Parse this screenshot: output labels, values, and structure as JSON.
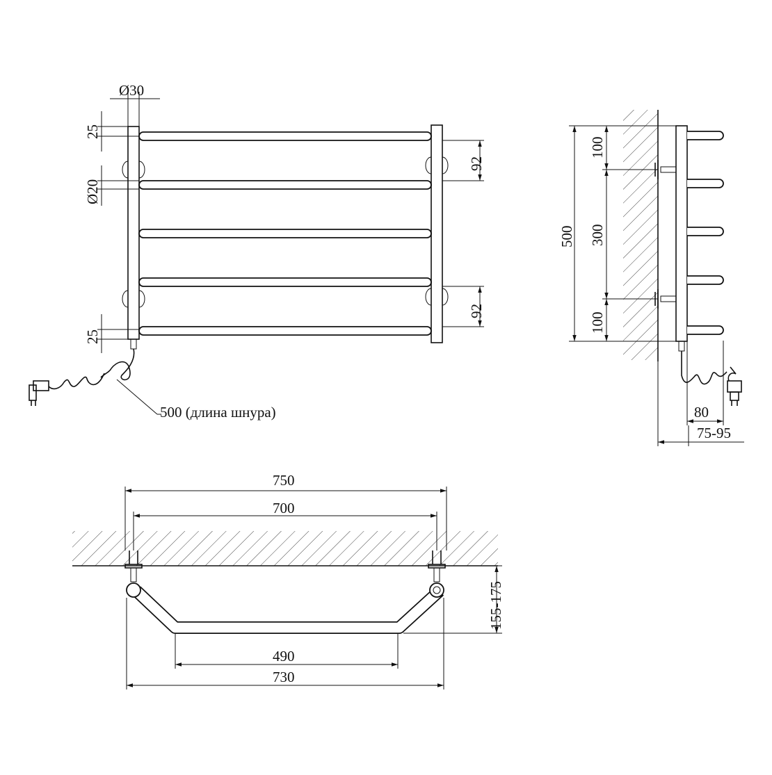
{
  "front_view": {
    "dim_post_diameter": "Ø30",
    "dim_top_gap": "25",
    "dim_bottom_gap": "25",
    "dim_bar_diameter": "Ø20",
    "dim_upper_spacing": "92",
    "dim_lower_spacing": "92",
    "cord_label": "500 (длина шнура)"
  },
  "side_view": {
    "dim_total_height": "500",
    "dim_top": "100",
    "dim_middle": "300",
    "dim_bottom": "100",
    "dim_depth_bar": "80",
    "dim_depth_total": "75-95"
  },
  "top_view": {
    "dim_overall_width": "750",
    "dim_mount_width": "700",
    "dim_inner_width": "490",
    "dim_outer_width": "730",
    "dim_projection": "155-175"
  },
  "colors": {
    "line": "#111111",
    "background": "#ffffff"
  }
}
